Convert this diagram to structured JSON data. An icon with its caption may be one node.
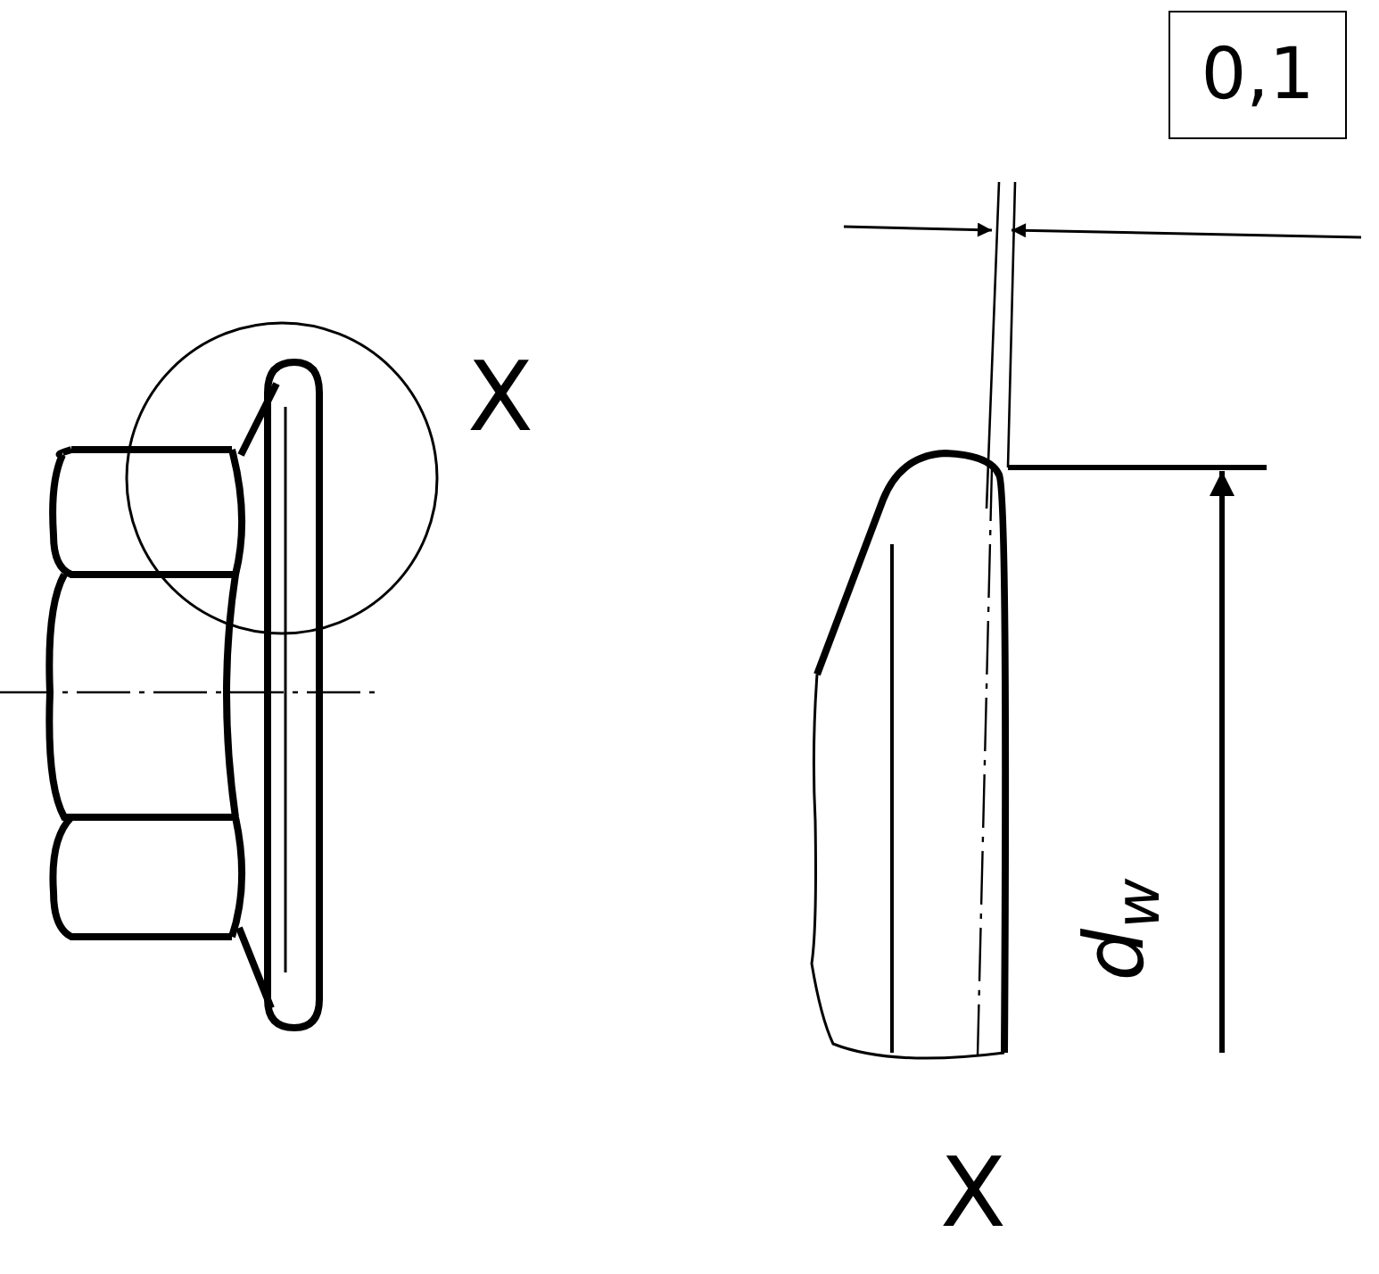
{
  "diagram": {
    "nodes": [
      {
        "text": [
          "0,1"
        ]
      }
    ],
    "labels": [
      "X",
      "d$_{w}$",
      "X"
    ]
  }
}
